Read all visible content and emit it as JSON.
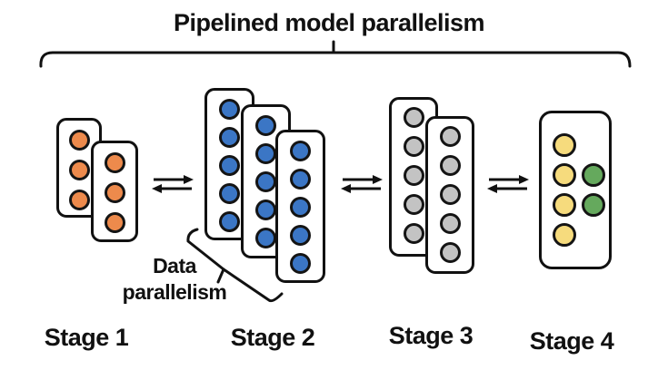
{
  "title": "Pipelined model parallelism",
  "annotations": {
    "data_parallelism_line1": "Data",
    "data_parallelism_line2": "parallelism"
  },
  "stages": [
    {
      "label": "Stage 1",
      "cards": [
        {
          "columns": [
            [
              "orange",
              "orange",
              "orange"
            ]
          ]
        },
        {
          "columns": [
            [
              "orange",
              "orange",
              "orange"
            ]
          ]
        }
      ]
    },
    {
      "label": "Stage 2",
      "cards": [
        {
          "columns": [
            [
              "blue",
              "blue",
              "blue",
              "blue",
              "blue"
            ]
          ]
        },
        {
          "columns": [
            [
              "blue",
              "blue",
              "blue",
              "blue",
              "blue"
            ]
          ]
        },
        {
          "columns": [
            [
              "blue",
              "blue",
              "blue",
              "blue",
              "blue"
            ]
          ]
        }
      ]
    },
    {
      "label": "Stage 3",
      "cards": [
        {
          "columns": [
            [
              "gray",
              "gray",
              "gray",
              "gray",
              "gray"
            ]
          ]
        },
        {
          "columns": [
            [
              "gray",
              "gray",
              "gray",
              "gray",
              "gray"
            ]
          ]
        }
      ]
    },
    {
      "label": "Stage 4",
      "cards": [
        {
          "columns": [
            [
              "yellow",
              "yellow",
              "yellow",
              "yellow"
            ],
            [
              "green",
              "green"
            ]
          ]
        }
      ]
    }
  ],
  "colors": {
    "orange": "#ED8A4C",
    "blue": "#3B76C5",
    "gray": "#C3C3C3",
    "yellow": "#F6DB7D",
    "green": "#65A95D",
    "outline": "#141414",
    "background": "#FFFFFF"
  }
}
